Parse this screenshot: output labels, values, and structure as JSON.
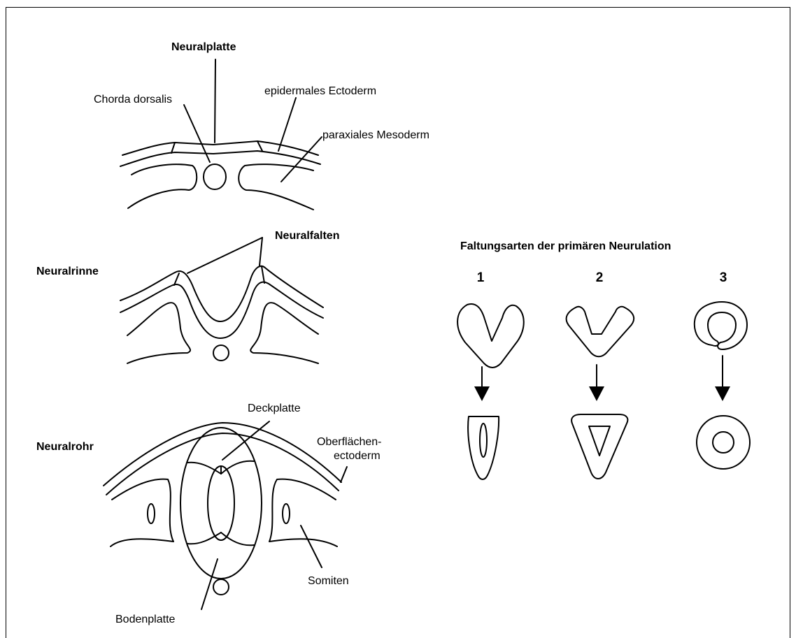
{
  "stages": {
    "neuralplatte_title": "Neuralplatte",
    "neuralrinne_title": "Neuralrinne",
    "neuralfalten_label": "Neuralfalten",
    "neuralrohr_title": "Neuralrohr"
  },
  "labels": {
    "chorda": "Chorda dorsalis",
    "epidermales": "epidermales Ectoderm",
    "paraxiales": "paraxiales Mesoderm",
    "deckplatte": "Deckplatte",
    "oberflaechen_1": "Oberflächen-",
    "oberflaechen_2": "ectoderm",
    "somiten": "Somiten",
    "bodenplatte": "Bodenplatte"
  },
  "folding": {
    "title": "Faltungsarten der primären Neurulation",
    "types": [
      "1",
      "2",
      "3"
    ]
  }
}
